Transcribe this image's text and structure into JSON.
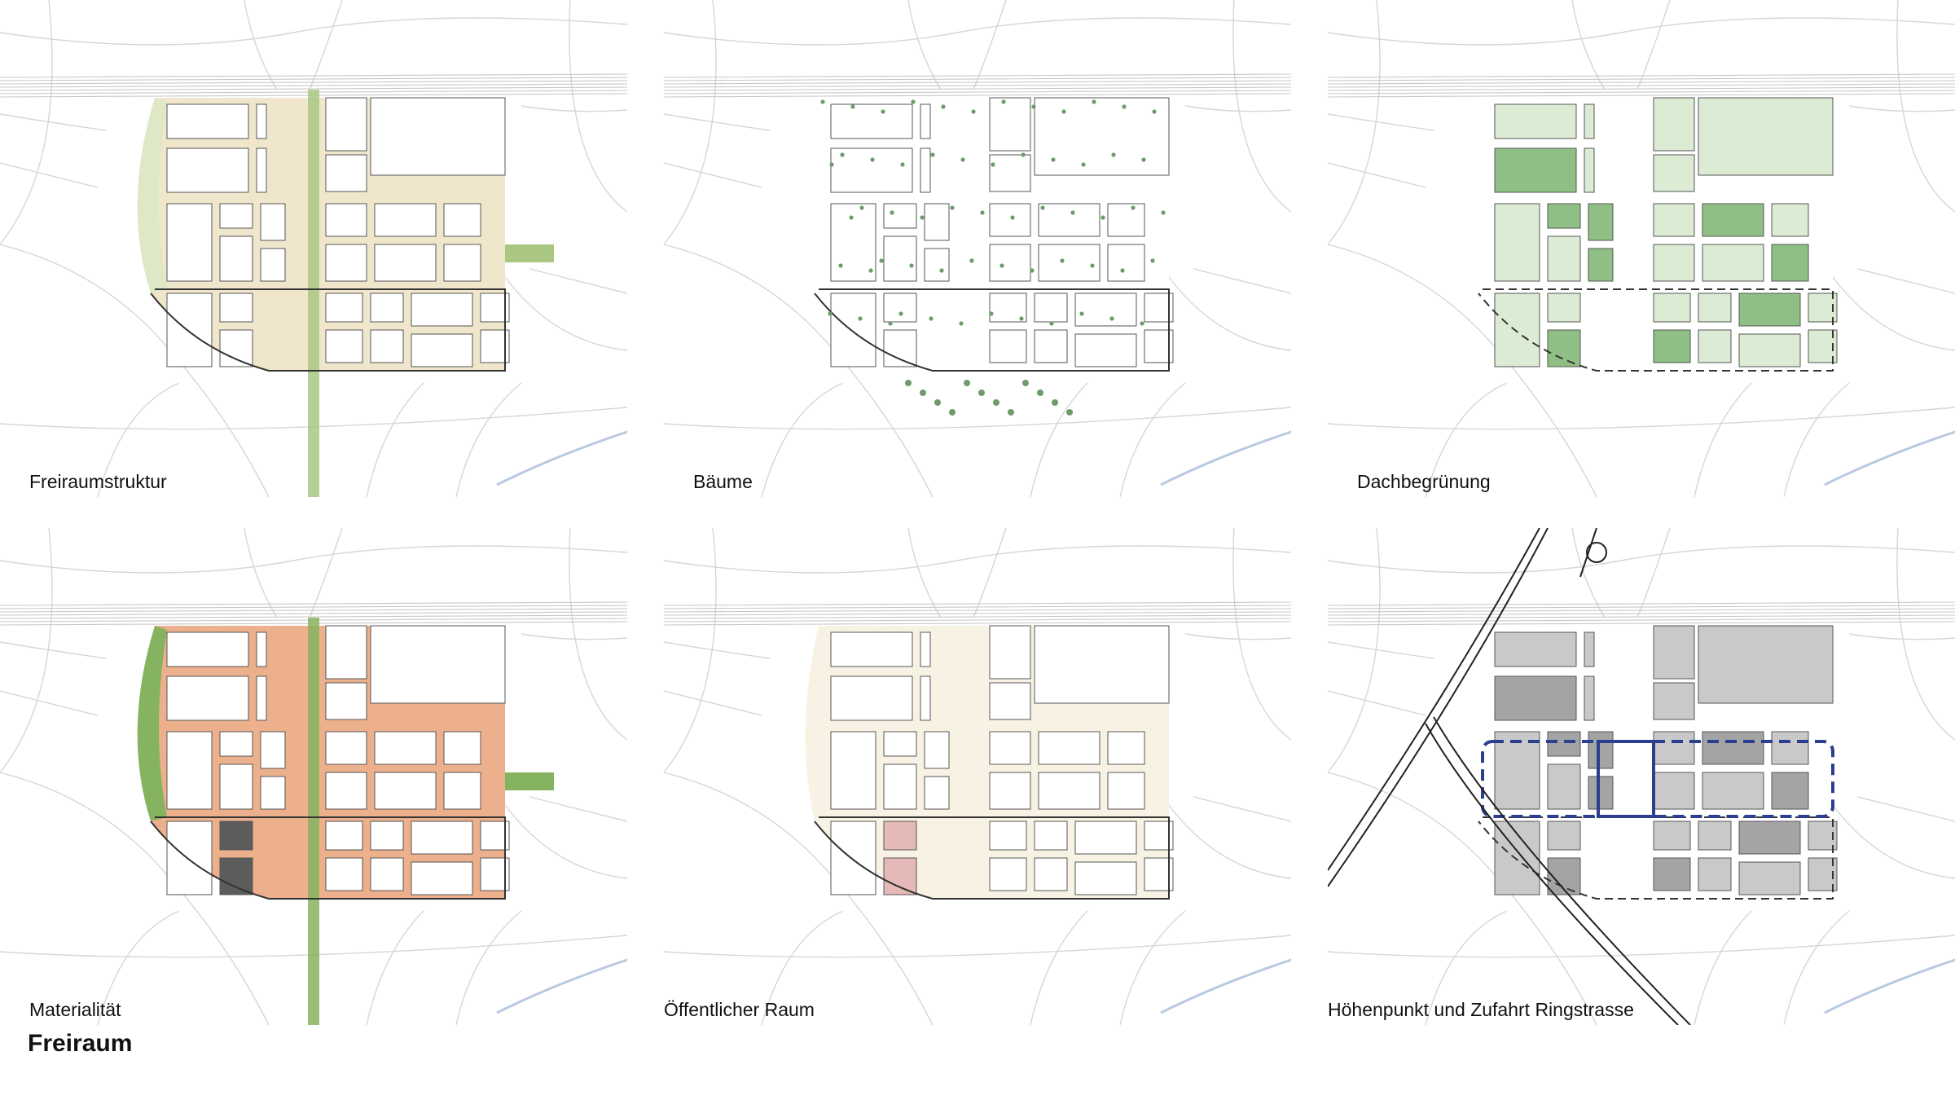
{
  "page_title": "Freiraum",
  "panels": [
    {
      "label": "Freiraumstruktur",
      "theme": "freiraum"
    },
    {
      "label": "Bäume",
      "theme": "baeume"
    },
    {
      "label": "Dachbegrünung",
      "theme": "dach"
    },
    {
      "label": "Materialität",
      "theme": "material"
    },
    {
      "label": "Öffentlicher Raum",
      "theme": "oeffentlich"
    },
    {
      "label": "Höhenpunkt und Zufahrt Ringstrasse",
      "theme": "hoehe"
    }
  ],
  "colors": {
    "context_line": "#d6d6d6",
    "rail": "#c8c8c8",
    "block_stroke": "#555555",
    "street_tan": "#efe6cc",
    "green_light": "#dfe8c6",
    "green_mid": "#a9c783",
    "green_roof_light": "#dcebd4",
    "green_roof_dark": "#8fbf84",
    "tree": "#6f9a6c",
    "material_orange": "#ecb08c",
    "material_green": "#86b35f",
    "material_gray": "#5c5c5c",
    "public_pink": "#e5b9b7",
    "building_gray": "#c9c9c9",
    "building_dark": "#a4a4a4",
    "accent_blue": "#2b3e8f",
    "water": "#b9c9e0"
  }
}
